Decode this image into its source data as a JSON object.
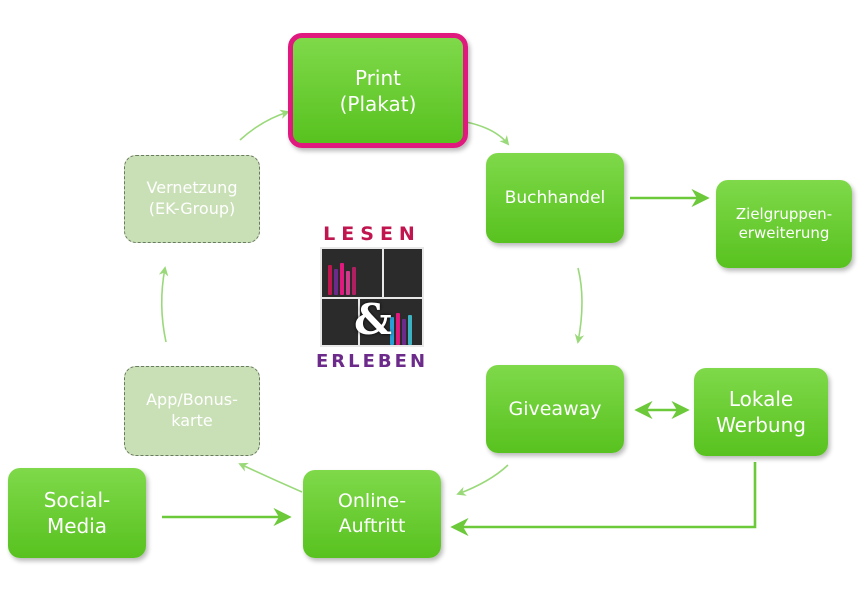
{
  "nodes": {
    "print": {
      "line1": "Print",
      "line2": "(Plakat)"
    },
    "buchhandel": {
      "line1": "Buchhandel"
    },
    "zielgruppen": {
      "line1": "Zielgruppen-",
      "line2": "erweiterung"
    },
    "giveaway": {
      "line1": "Giveaway"
    },
    "lokale": {
      "line1": "Lokale",
      "line2": "Werbung"
    },
    "online": {
      "line1": "Online-",
      "line2": "Auftritt"
    },
    "social": {
      "line1": "Social-",
      "line2": "Media"
    },
    "app": {
      "line1": "App/Bonus-",
      "line2": "karte"
    },
    "vernetzung": {
      "line1": "Vernetzung",
      "line2": "(EK-Group)"
    }
  },
  "logo": {
    "top_text": "LESEN",
    "amp": "&",
    "bottom_text": "ERLEBEN"
  },
  "colors": {
    "node_green": "#66c92c",
    "node_dim": "#c9e0b6",
    "highlight_border": "#e0197f",
    "arrow_green": "#6cc93a",
    "logo_red": "#c0154f",
    "logo_purple": "#6c2a8a"
  }
}
